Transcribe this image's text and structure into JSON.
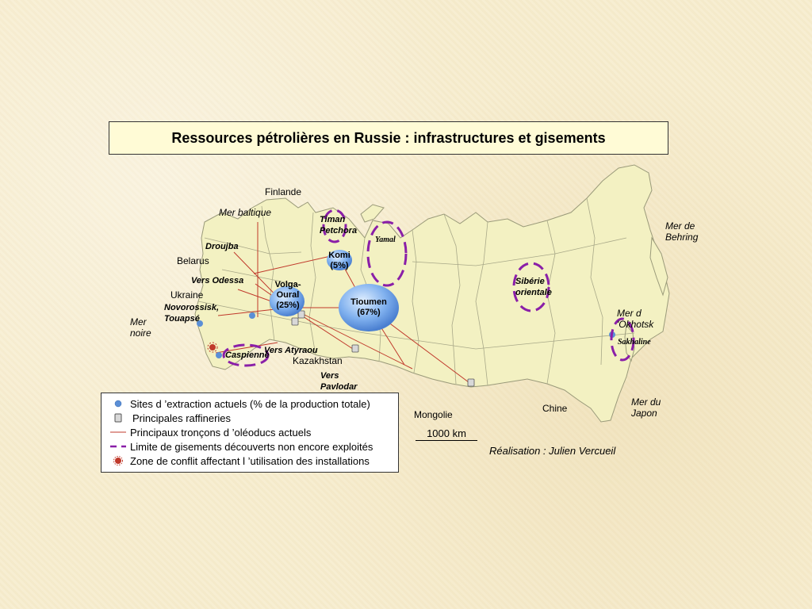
{
  "title": "Ressources pétrolières en Russie : infrastructures et gisements",
  "places": {
    "finlande": "Finlande",
    "mer_baltique": "Mer baltique",
    "belarus": "Belarus",
    "ukraine": "Ukraine",
    "mer_noire": "Mer noire",
    "kazakhstan": "Kazakhstan",
    "mongolie": "Mongolie",
    "chine": "Chine",
    "mer_behring": "Mer de Behring",
    "mer_okhotsk": "Mer d 'Okhotsk",
    "mer_japon": "Mer du Japon"
  },
  "pipelines": {
    "droujba": "Droujba",
    "odessa": "Vers Odessa",
    "novorossisk": "Novorossisk, Touapsé",
    "atyraou": "Vers Atyraou",
    "pavlodar": "Vers Pavlodar"
  },
  "fields": {
    "timan": "Timan Petchora",
    "yamal": "Yamal",
    "komi": "Komi (5%)",
    "volga": "Volga-Oural (25%)",
    "tioumen": "Tioumen (67%)",
    "siberie": "Sibérie orientale",
    "sakhaline": "Sakhaline",
    "caspienne": "Caspienne"
  },
  "legend": {
    "extraction": "Sites d ’extraction actuels (% de la production totale)",
    "refineries": "Principales raffineries",
    "pipelines": "Principaux tronçons d ’oléoducs actuels",
    "limits": "Limite de gisements découverts non encore exploités",
    "conflict": "Zone de conflit affectant l ’utilisation des installations"
  },
  "scale": "1000 km",
  "credit": "Réalisation : Julien Vercueil",
  "colors": {
    "land": "#f3f1c2",
    "border": "#9a9a7a",
    "pipeline": "#c0392b",
    "limit": "#8a1fa8",
    "site": "#5b8fd6"
  }
}
